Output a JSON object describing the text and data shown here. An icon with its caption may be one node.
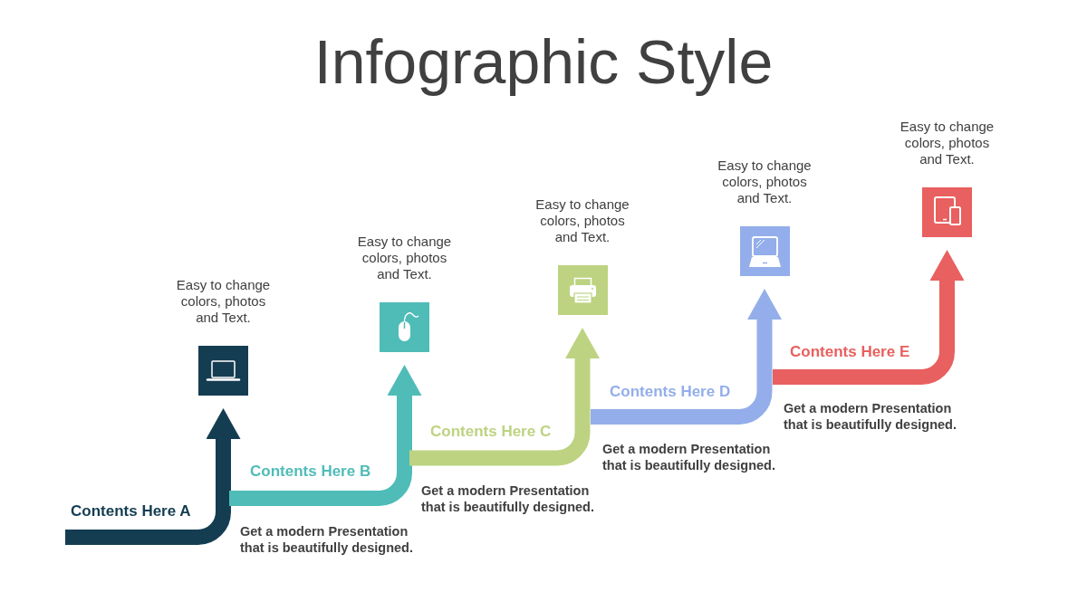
{
  "diagram": {
    "title": "Infographic Style",
    "nodes": [
      {
        "text": [
          "Easy to change colors, photos and Text."
        ]
      },
      {
        "text": [
          "Easy to change colors, photos and Text."
        ]
      },
      {
        "text": [
          "Easy to change colors, photos and Text."
        ]
      },
      {
        "text": [
          "Easy to change colors, photos and Text."
        ]
      },
      {
        "text": [
          "Easy to change colors, photos and Text."
        ]
      }
    ],
    "edges": [
      {
        "from": null,
        "to": 0,
        "arrow": "to",
        "label": "Contents Here A",
        "color": "#143d52"
      },
      {
        "from": null,
        "to": 1,
        "arrow": "to",
        "label": "Contents Here B",
        "color": "#4fbcb8"
      },
      {
        "from": null,
        "to": 2,
        "arrow": "to",
        "label": "Contents Here C",
        "color": "#bdd381"
      },
      {
        "from": null,
        "to": 3,
        "arrow": "to",
        "label": "Contents Here D",
        "color": "#93aeea"
      },
      {
        "from": null,
        "to": 4,
        "arrow": "to",
        "label": "Contents Here E",
        "color": "#e8605f"
      }
    ],
    "labels": [
      "Get a modern Presentation that is beautifully designed.",
      "Get a modern Presentation that is beautifully designed.",
      "Get a modern Presentation that is beautifully designed.",
      "Get a modern Presentation that is beautifully designed."
    ]
  }
}
